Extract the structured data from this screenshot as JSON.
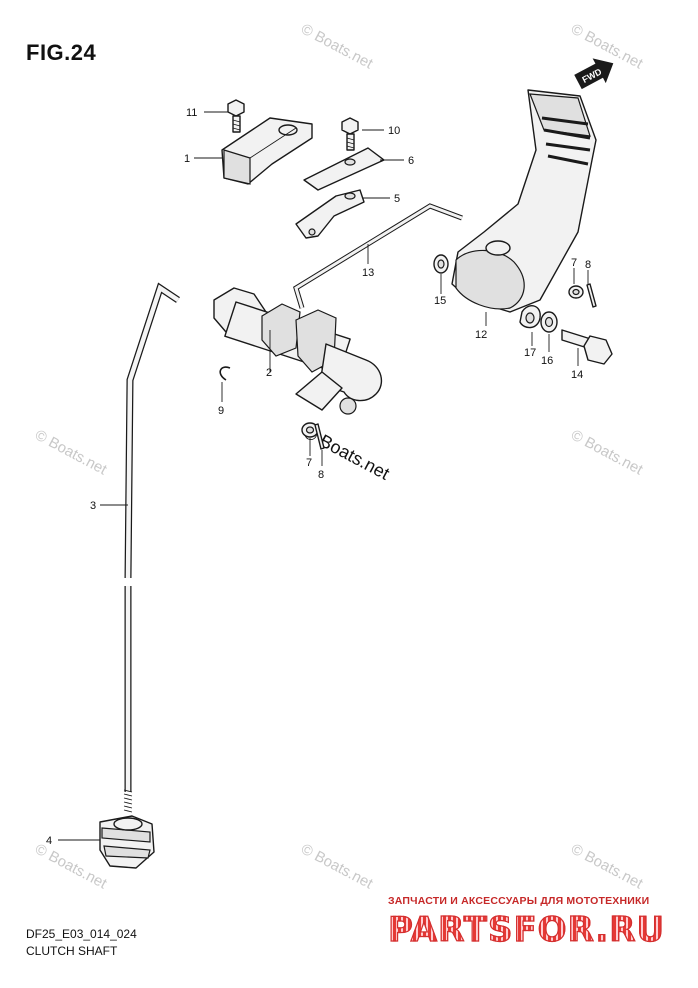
{
  "figure": {
    "title": "FIG.24",
    "code": "DF25_E03_014_024",
    "caption": "CLUTCH SHAFT"
  },
  "callouts": [
    {
      "id": "c1",
      "label": "1"
    },
    {
      "id": "c2",
      "label": "2"
    },
    {
      "id": "c3",
      "label": "3"
    },
    {
      "id": "c4",
      "label": "4"
    },
    {
      "id": "c5",
      "label": "5"
    },
    {
      "id": "c6",
      "label": "6"
    },
    {
      "id": "c7a",
      "label": "7"
    },
    {
      "id": "c7b",
      "label": "7"
    },
    {
      "id": "c8a",
      "label": "8"
    },
    {
      "id": "c8b",
      "label": "8"
    },
    {
      "id": "c9",
      "label": "9"
    },
    {
      "id": "c10",
      "label": "10"
    },
    {
      "id": "c11",
      "label": "11"
    },
    {
      "id": "c12",
      "label": "12"
    },
    {
      "id": "c13",
      "label": "13"
    },
    {
      "id": "c14",
      "label": "14"
    },
    {
      "id": "c15",
      "label": "15"
    },
    {
      "id": "c16",
      "label": "16"
    },
    {
      "id": "c17",
      "label": "17"
    }
  ],
  "fwd_label": "FWD",
  "watermark": {
    "text": "© Boats.net",
    "main_text": "© Boats.net"
  },
  "brand": {
    "tagline": "ЗАПЧАСТИ И АКСЕССУАРЫ ДЛЯ МОТОТЕХНИКИ",
    "logo": "PARTSFOR.RU"
  }
}
